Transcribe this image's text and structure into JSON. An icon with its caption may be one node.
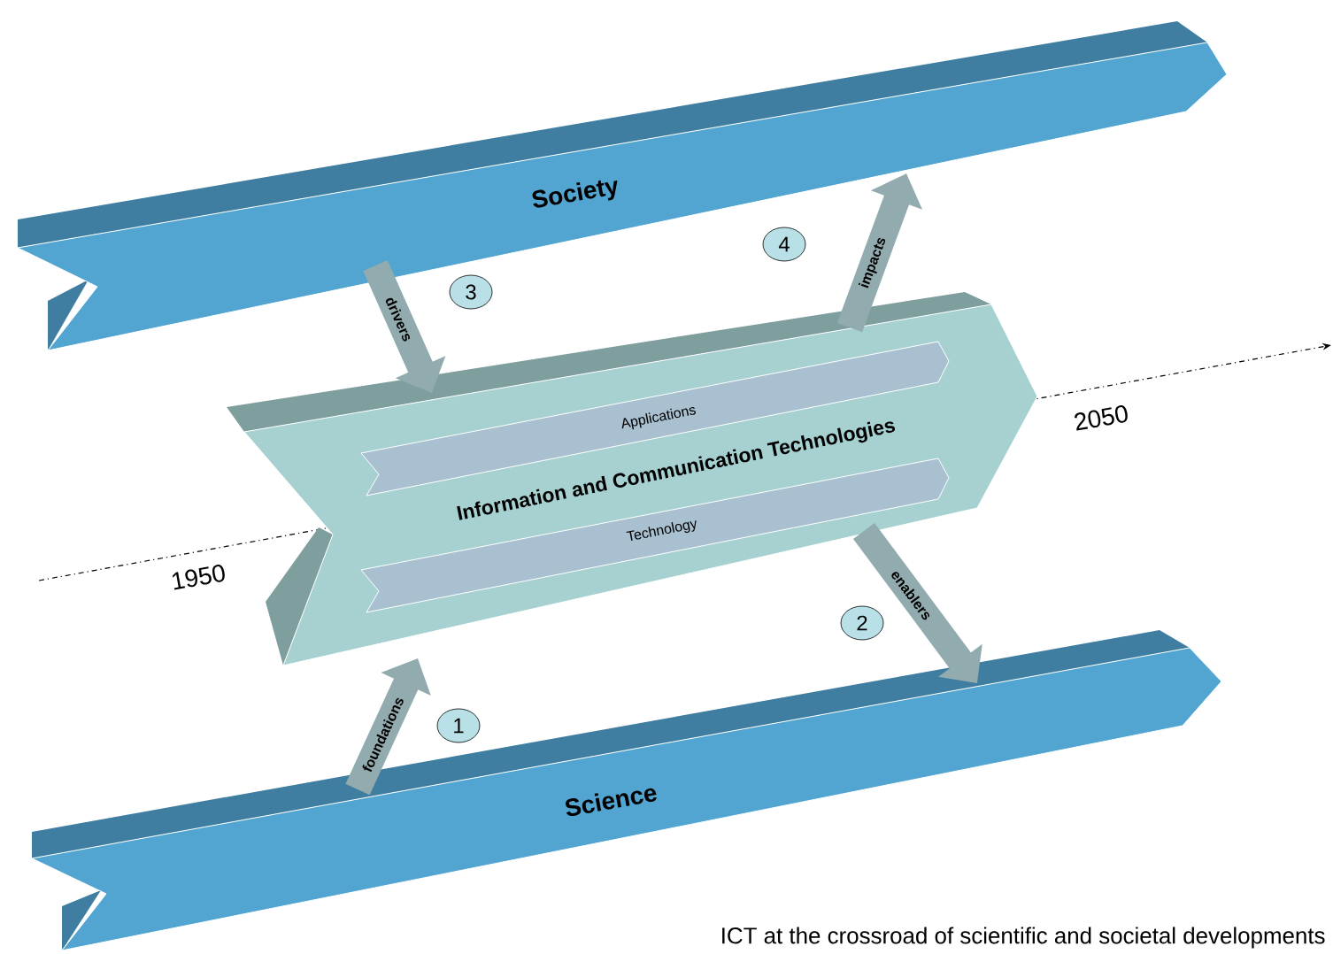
{
  "diagram": {
    "caption": "ICT at the crossroad of scientific and societal developments",
    "nodes": [
      {
        "text": [
          "Society"
        ]
      },
      {
        "text": [
          "3"
        ]
      },
      {
        "text": [
          "4"
        ]
      },
      {
        "text": [
          "Information and Communication Technologies"
        ]
      },
      {
        "text": [
          "Applications"
        ],
        "in": 3
      },
      {
        "text": [
          "Technology"
        ],
        "in": 3
      },
      {
        "text": [
          "2"
        ]
      },
      {
        "text": [
          "1"
        ]
      },
      {
        "text": [
          "Science"
        ]
      }
    ],
    "edges": [
      {
        "from": 8,
        "to": 3,
        "arrow": "to",
        "label": "foundations"
      },
      {
        "from": 3,
        "to": 8,
        "arrow": "to",
        "label": "enablers"
      },
      {
        "from": 0,
        "to": 3,
        "arrow": "to",
        "label": "drivers"
      },
      {
        "from": 3,
        "to": 0,
        "arrow": "to",
        "label": "impacts"
      }
    ],
    "labels": [
      "2050",
      "1950"
    ]
  }
}
